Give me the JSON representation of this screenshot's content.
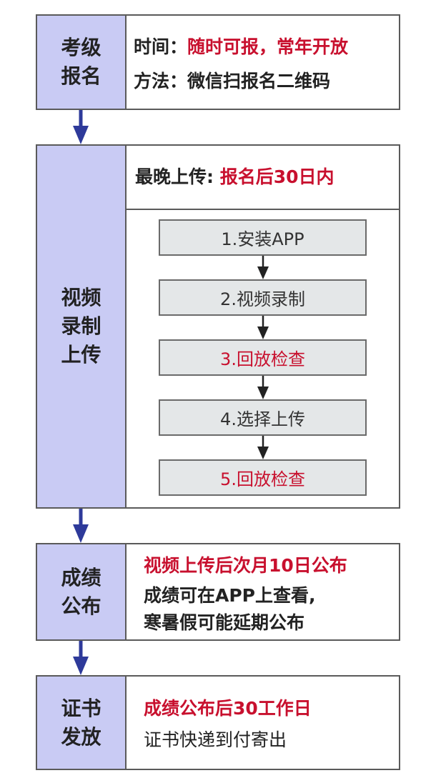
{
  "colors": {
    "label_bg": "#c9cbf4",
    "highlight": "#c8102e",
    "step_bg": "#e4e7e8",
    "arrow": "#2e3a9a"
  },
  "stages": [
    {
      "label_lines": [
        "考级",
        "报名"
      ],
      "rows": [
        {
          "prefix": "时间：",
          "value": "随时可报，常年开放"
        },
        {
          "prefix": "方法：",
          "value": "微信扫报名二维码"
        }
      ]
    },
    {
      "label_lines": [
        "视频",
        "录制",
        "上传"
      ],
      "deadline": {
        "prefix": "最晚上传: ",
        "value": "报名后30日内"
      },
      "steps": [
        {
          "text": "1.安装APP",
          "highlight": false
        },
        {
          "text": "2.视频录制",
          "highlight": false
        },
        {
          "text": "3.回放检查",
          "highlight": true
        },
        {
          "text": "4.选择上传",
          "highlight": false
        },
        {
          "text": "5.回放检查",
          "highlight": true
        }
      ]
    },
    {
      "label_lines": [
        "成绩",
        "公布"
      ],
      "lines": [
        "视频上传后次月10日公布",
        "成绩可在APP上查看,",
        "寒暑假可能延期公布"
      ]
    },
    {
      "label_lines": [
        "证书",
        "发放"
      ],
      "lines": [
        "成绩公布后30工作日",
        "证书快递到付寄出"
      ]
    }
  ]
}
